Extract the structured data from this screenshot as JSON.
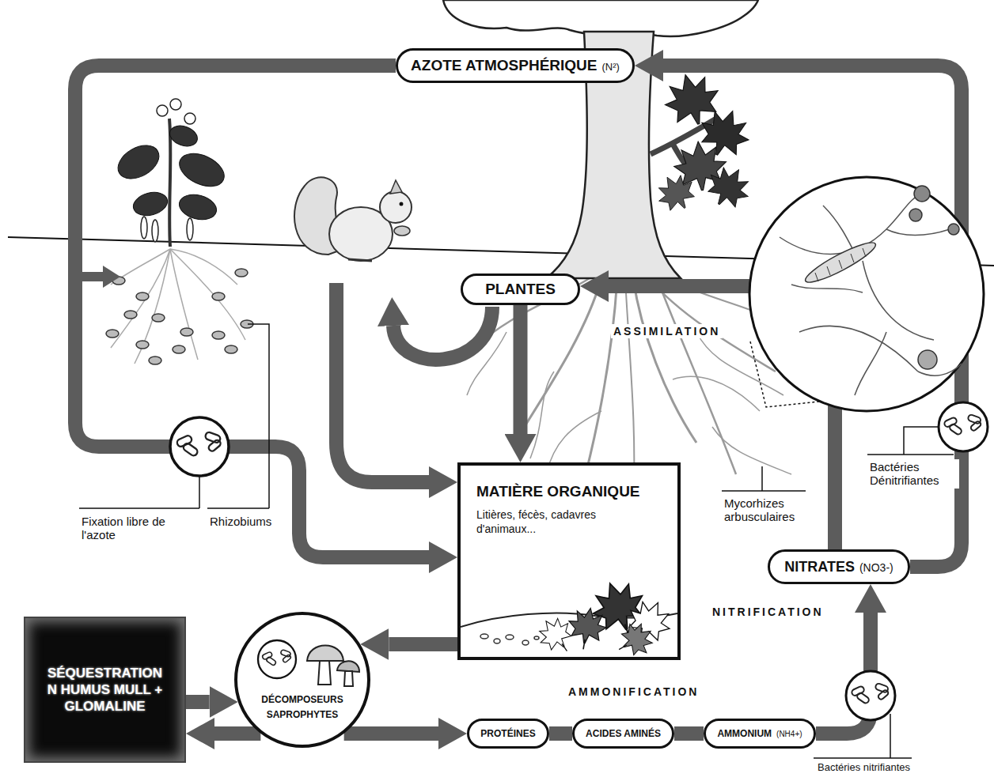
{
  "diagram": {
    "nodes": [
      {
        "text": [
          "AZOTE ATMOSPHÉRIQUE",
          "(N²)"
        ]
      },
      {
        "text": [
          "PLANTES"
        ]
      },
      {
        "text": [
          "MATIÈRE ORGANIQUE",
          "Litières, fécès, cadavres d'animaux..."
        ]
      },
      {
        "text": [
          "NITRATES",
          "(NO3-)"
        ]
      },
      {
        "text": [
          "SÉQUESTRATION N HUMUS MULL + GLOMALINE"
        ]
      },
      {
        "text": [
          "DÉCOMPOSEURS SAPROPHYTES"
        ]
      },
      {
        "text": [
          "PROTÉINES"
        ]
      },
      {
        "text": [
          "ACIDES AMINÉS"
        ]
      },
      {
        "text": [
          "AMMONIUM",
          "(NH4+)"
        ]
      }
    ],
    "edges": [
      {
        "from": 0,
        "to": 2,
        "arrow": "to"
      },
      {
        "from": 1,
        "to": 2,
        "arrow": "to"
      },
      {
        "from": 2,
        "to": 5,
        "arrow": "to"
      },
      {
        "from": 4,
        "to": 5,
        "arrow": "to"
      },
      {
        "from": 5,
        "to": 4,
        "arrow": "to"
      },
      {
        "from": 5,
        "to": 6,
        "arrow": "to"
      },
      {
        "from": 6,
        "to": 7,
        "arrow": "none"
      },
      {
        "from": 7,
        "to": 8,
        "arrow": "none"
      },
      {
        "from": 8,
        "to": 3,
        "arrow": "to"
      },
      {
        "from": 3,
        "to": 0,
        "arrow": "to"
      },
      {
        "from": 3,
        "to": 1,
        "arrow": "to"
      }
    ],
    "labels": [
      "ASSIMILATION",
      "Fixation libre de l'azote",
      "Rhizobiums",
      "Mycorhizes arbusculaires",
      "Bactéries Dénitrifiantes",
      "NITRIFICATION",
      "AMMONIFICATION",
      "Bactéries nitrifiantes"
    ]
  }
}
